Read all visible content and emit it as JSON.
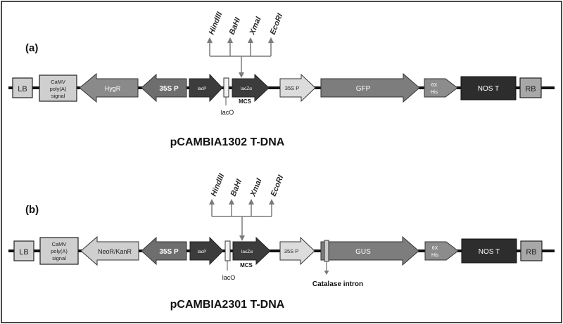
{
  "panels": [
    {
      "id": "a",
      "panel_label": "(a)",
      "title": "pCAMBIA1302 T-DNA",
      "elements": {
        "lb": "LB",
        "camv": [
          "CaMV",
          "poly(A)",
          "signal"
        ],
        "resistance": "HygR",
        "p35s_1": "35S P",
        "lacp": "lacP",
        "laczalpha": "lacZα",
        "mcs": "MCS",
        "laco": "lacO",
        "p35s_2": "35S P",
        "reporter": "GFP",
        "his": [
          "6X",
          "His"
        ],
        "nost": "NOS T",
        "rb": "RB"
      },
      "sites": [
        "HindIII",
        "BaHI",
        "XmaI",
        "EcoRI"
      ]
    },
    {
      "id": "b",
      "panel_label": "(b)",
      "title": "pCAMBIA2301 T-DNA",
      "elements": {
        "lb": "LB",
        "camv": [
          "CaMV",
          "poly(A)",
          "signal"
        ],
        "resistance": "NeoR/KanR",
        "p35s_1": "35S P",
        "lacp": "lacP",
        "laczalpha": "lacZα",
        "mcs": "MCS",
        "laco": "lacO",
        "p35s_2": "35S P",
        "reporter": "GUS",
        "intron": "Catalase intron",
        "his": [
          "6X",
          "His"
        ],
        "nost": "NOS T",
        "rb": "RB"
      },
      "sites": [
        "HindIII",
        "BaHI",
        "XmaI",
        "EcoRI"
      ]
    }
  ],
  "colors": {
    "backbone": "#111111",
    "box_light": "#cfcfcf",
    "resistance": "#8a8a8a",
    "promoter": "#6e6e6e",
    "lac": "#3c3c3c",
    "p35s_2": "#dcdcdc",
    "reporter": "#7d7d7d",
    "his": "#8c8c8c",
    "nost": "#2d2d2d",
    "rb": "#a8a8a8",
    "arrow": "#7a7a7a",
    "site_text": "#2b2b2b"
  }
}
